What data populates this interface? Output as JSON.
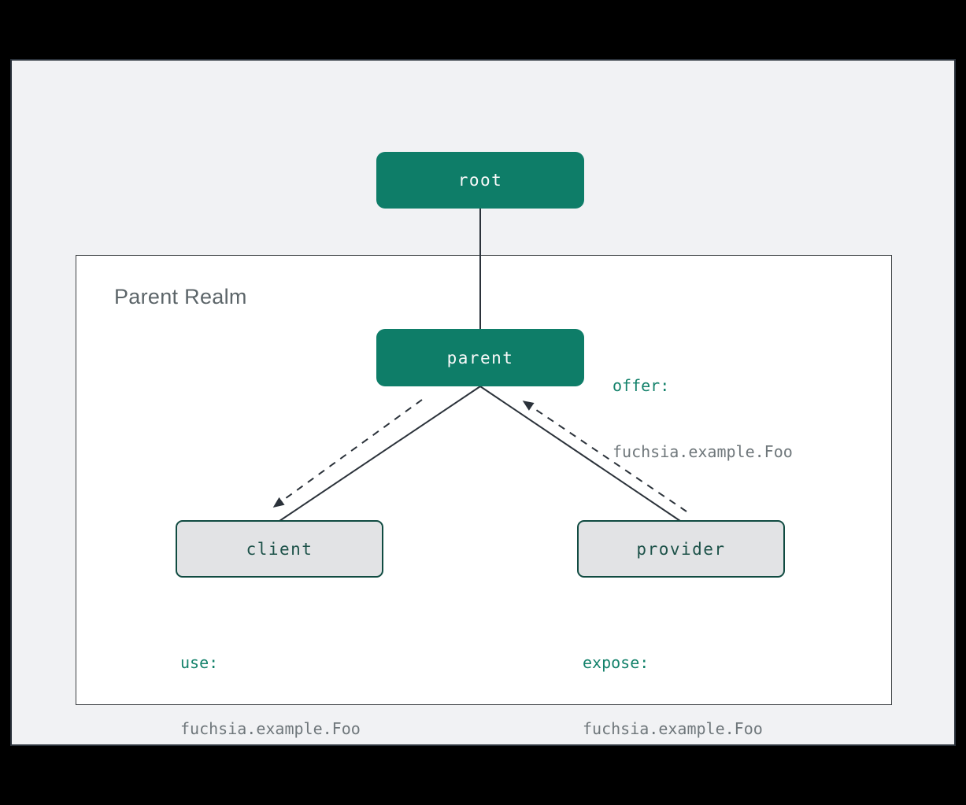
{
  "diagram": {
    "realm_label": "Parent Realm",
    "nodes": {
      "root": {
        "label": "root"
      },
      "parent": {
        "label": "parent"
      },
      "client": {
        "label": "client"
      },
      "provider": {
        "label": "provider"
      }
    },
    "annotations": {
      "offer": {
        "keyword": "offer:",
        "value": "fuchsia.example.Foo"
      },
      "use": {
        "keyword": "use:",
        "value": "fuchsia.example.Foo"
      },
      "expose": {
        "keyword": "expose:",
        "value": "fuchsia.example.Foo"
      }
    },
    "edges": [
      {
        "from": "root",
        "to": "parent",
        "style": "solid"
      },
      {
        "from": "parent",
        "to": "client",
        "style": "solid"
      },
      {
        "from": "parent",
        "to": "provider",
        "style": "solid"
      },
      {
        "from": "parent",
        "to": "client",
        "style": "dashed-arrow"
      },
      {
        "from": "provider",
        "to": "parent",
        "style": "dashed-arrow"
      }
    ]
  },
  "colors": {
    "outer-bg": "#000000",
    "panel-bg": "#f1f2f4",
    "panel-border": "#2a313a",
    "realm-border": "#3c4043",
    "realm-label-color": "#5c6569",
    "node-green": "#0e7d68",
    "node-gray": "#e2e3e5",
    "node-dark-teal": "#104b41",
    "node-teal-text": "#1d5249",
    "keyword-green": "#14826b",
    "value-gray": "#6f777b",
    "edge-color": "#2b323a"
  }
}
